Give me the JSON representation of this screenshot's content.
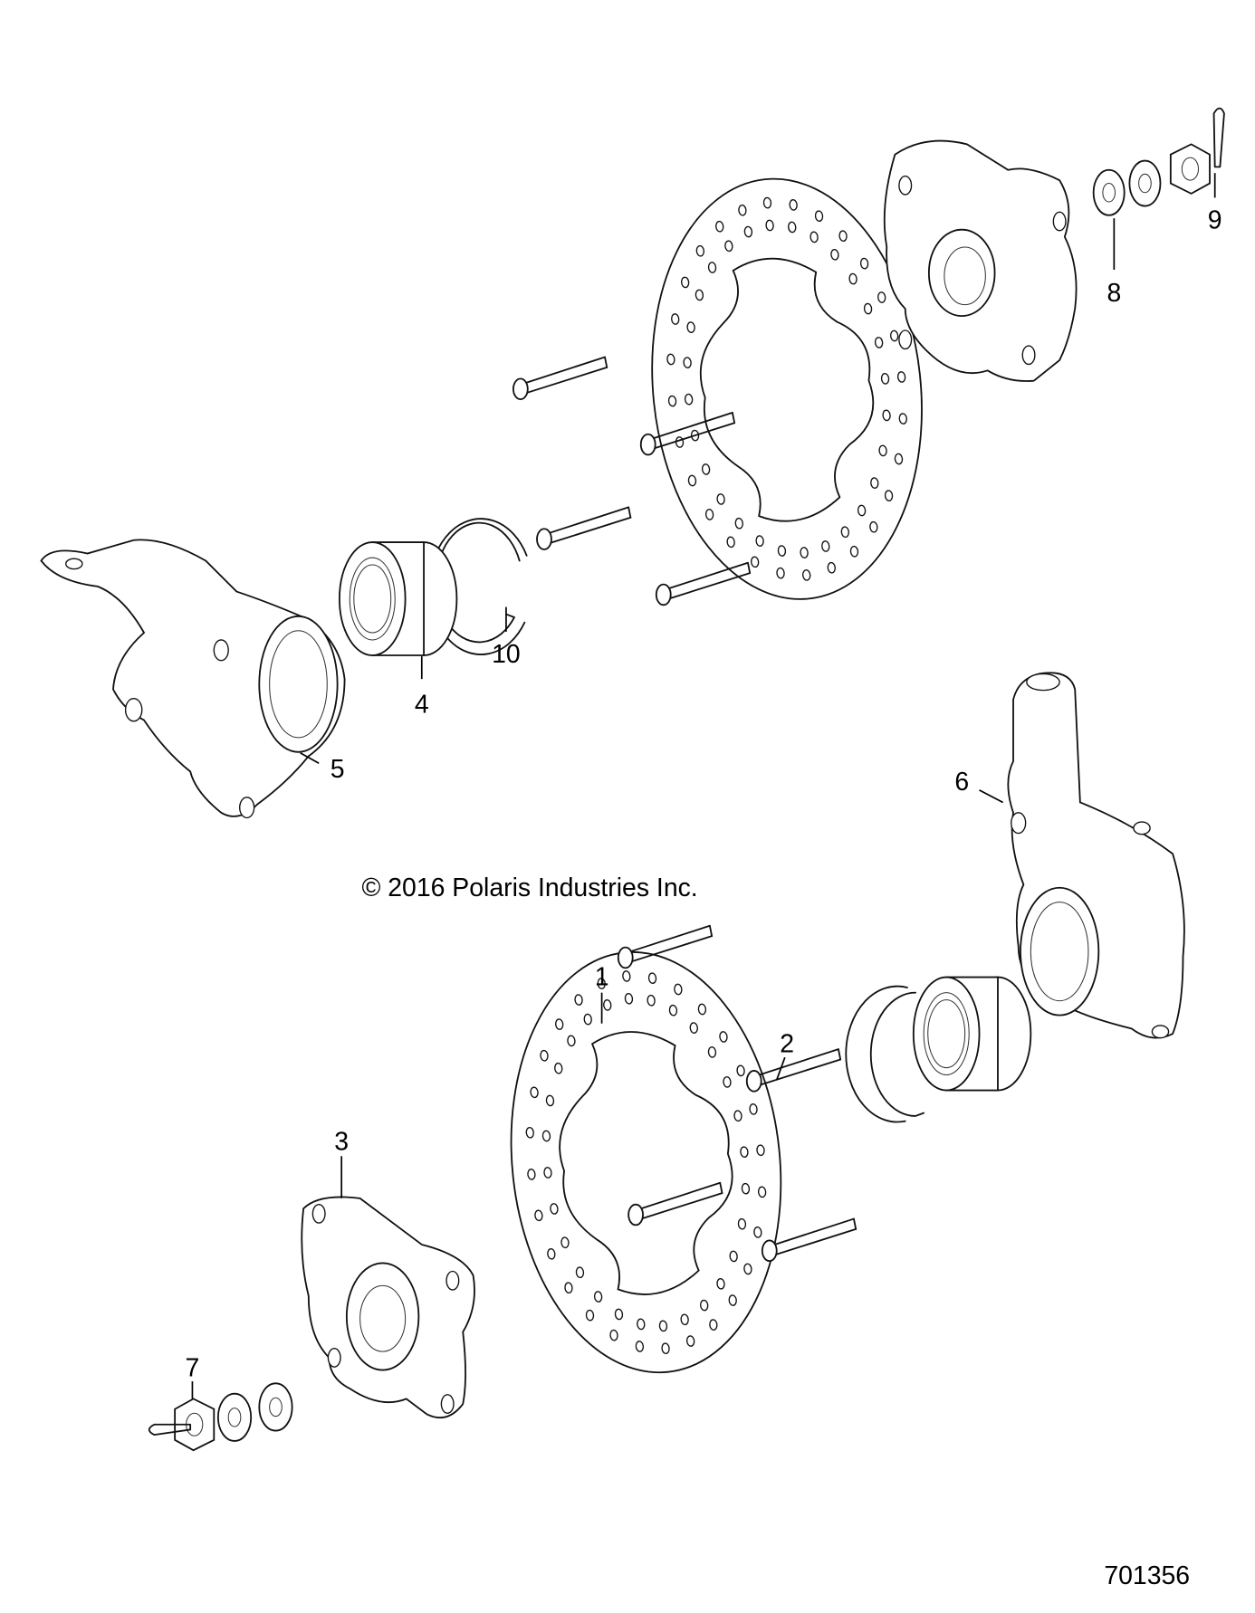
{
  "diagram": {
    "copyright": "© 2016 Polaris Industries Inc.",
    "figure_number": "701356",
    "callouts": [
      {
        "id": "1",
        "part": "brake-disc"
      },
      {
        "id": "2",
        "part": "wheel-stud"
      },
      {
        "id": "3",
        "part": "wheel-hub"
      },
      {
        "id": "4",
        "part": "bearing"
      },
      {
        "id": "5",
        "part": "steering-knuckle-left"
      },
      {
        "id": "6",
        "part": "steering-knuckle-right"
      },
      {
        "id": "7",
        "part": "castle-nut"
      },
      {
        "id": "8",
        "part": "washer"
      },
      {
        "id": "9",
        "part": "cotter-pin"
      },
      {
        "id": "10",
        "part": "retaining-ring"
      }
    ]
  }
}
